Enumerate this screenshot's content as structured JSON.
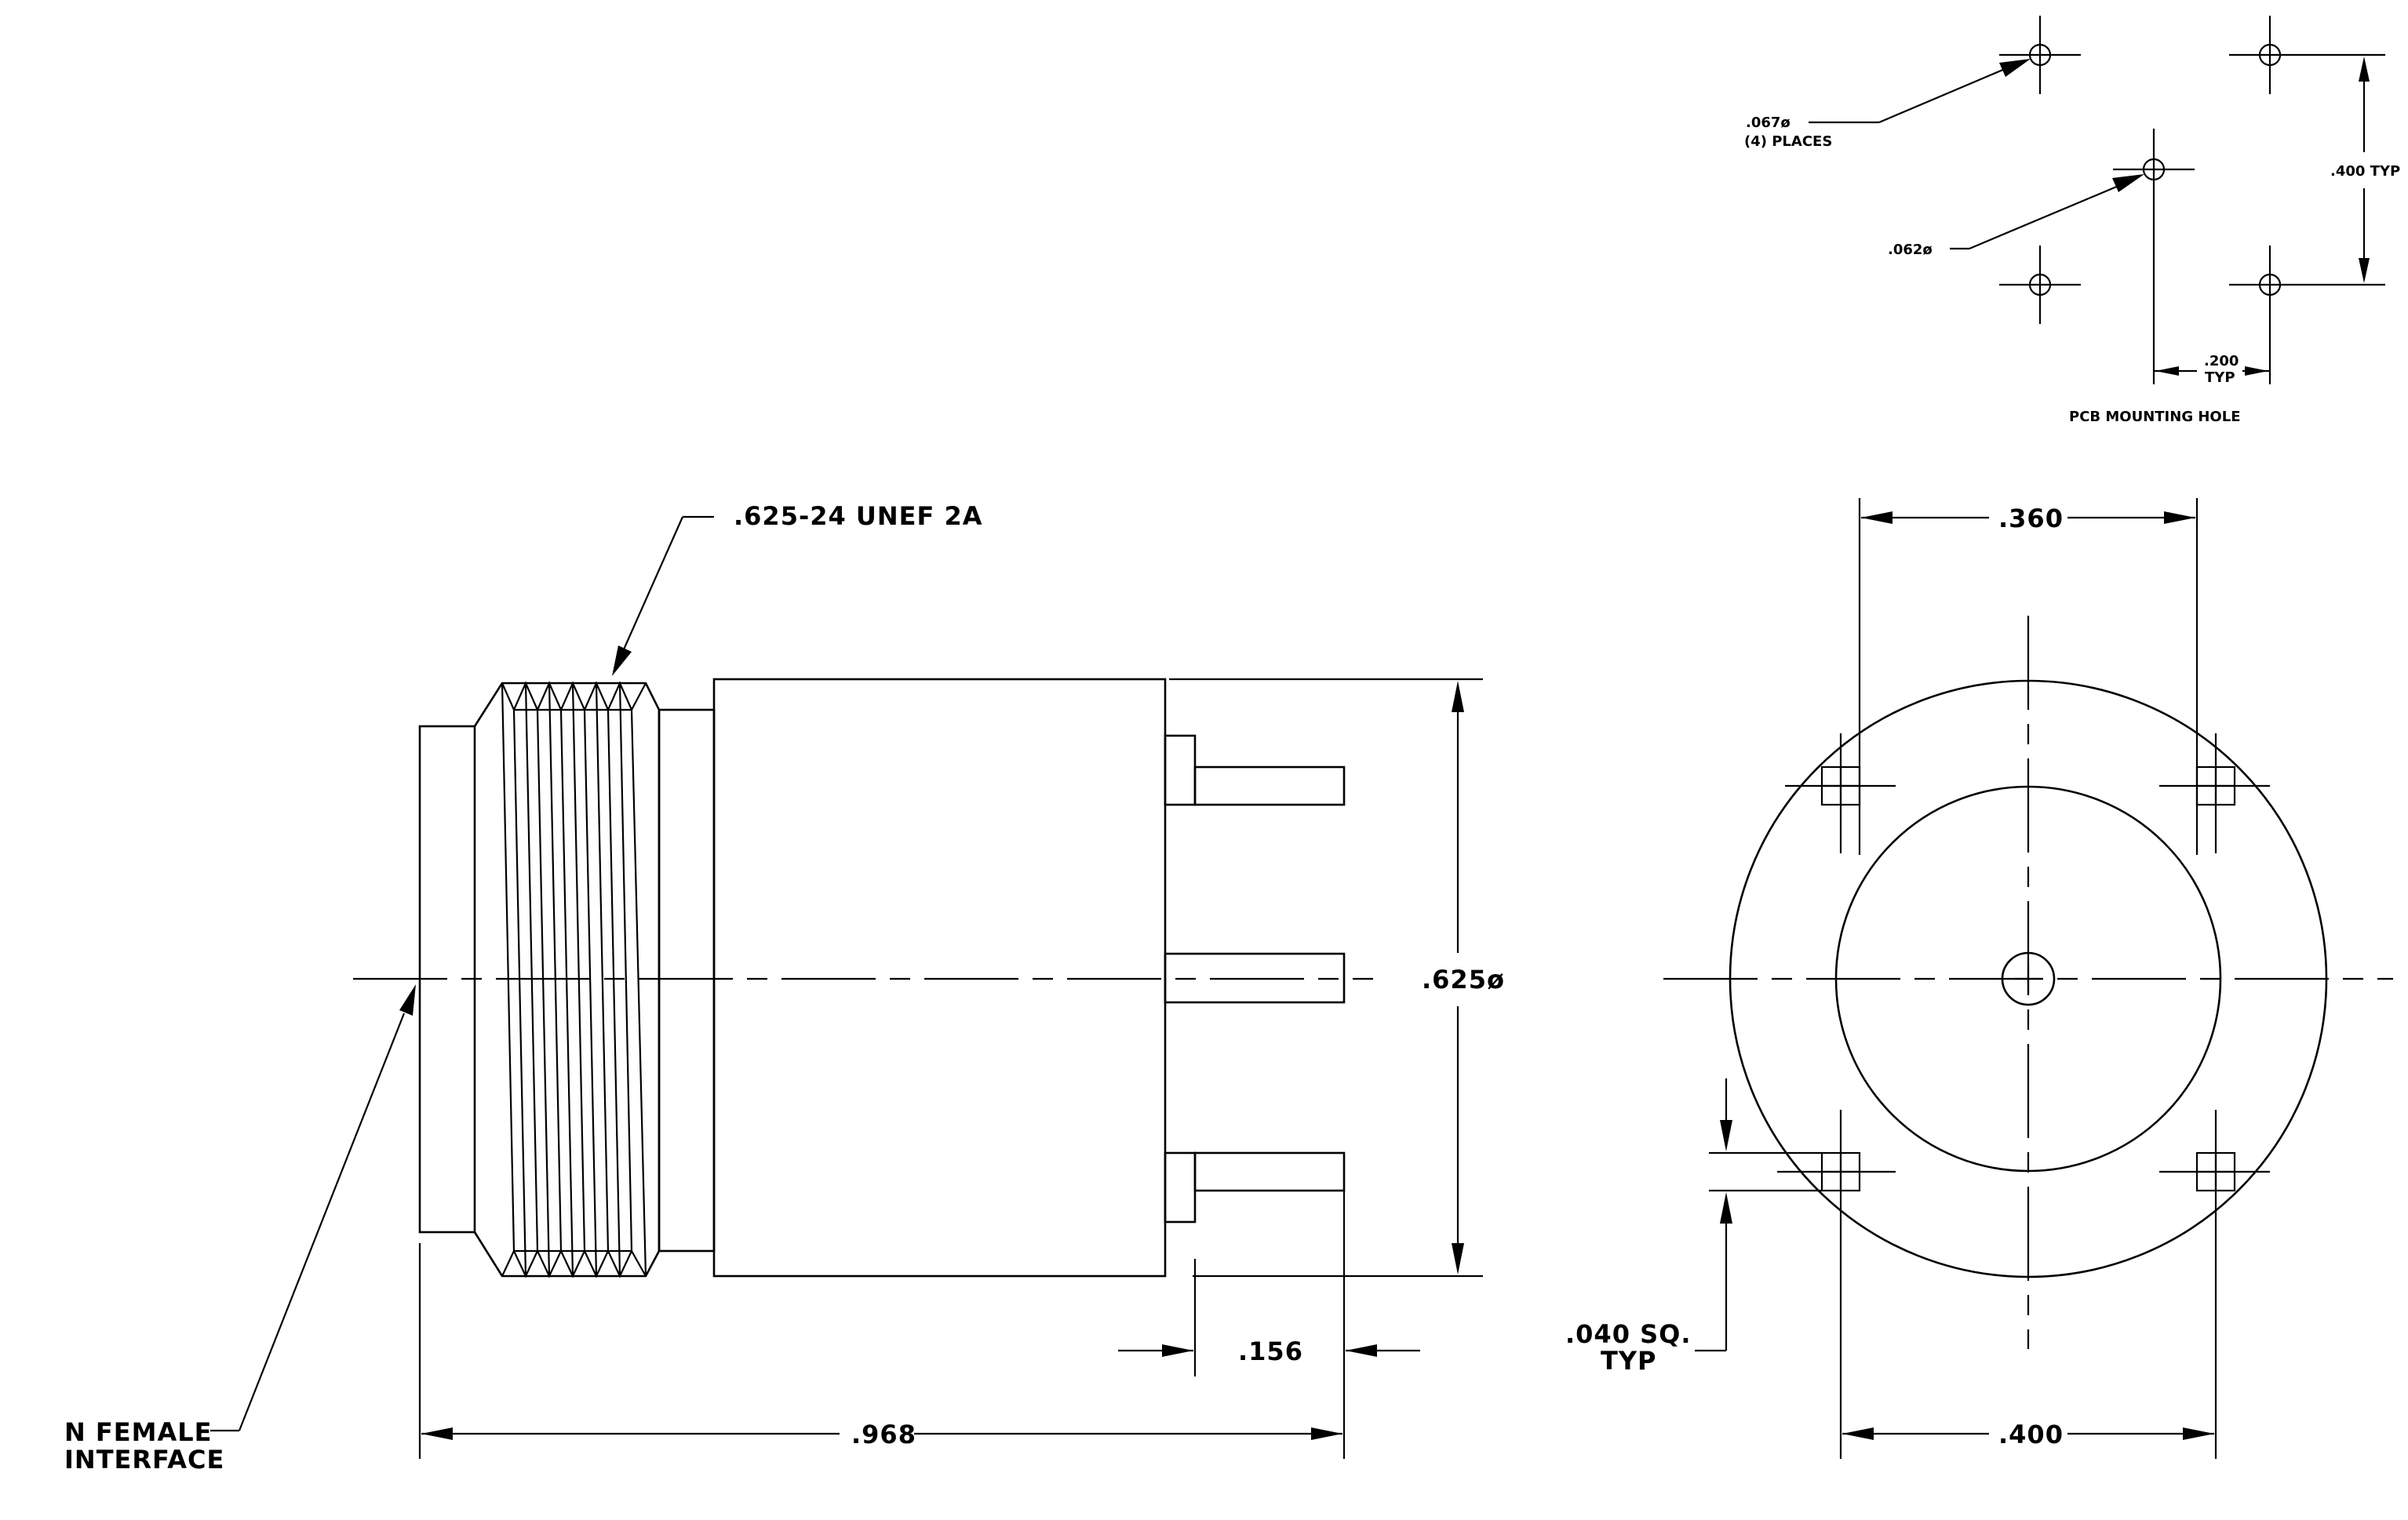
{
  "pcb": {
    "hole_067": ".067ø",
    "places": "(4)  PLACES",
    "hole_062": ".062ø",
    "dim_400_typ": ".400 TYP",
    "dim_200": ".200",
    "dim_200_typ": "TYP",
    "title": "PCB MOUNTING HOLE"
  },
  "side": {
    "thread": ".625-24 UNEF 2A",
    "dia_625": ".625ø",
    "len_156": ".156",
    "len_968": ".968",
    "interface_line1": "N FEMALE",
    "interface_line2": "INTERFACE"
  },
  "end": {
    "dim_360": ".360",
    "dim_400": ".400",
    "sq_line1": ".040 SQ.",
    "sq_line2": "TYP"
  }
}
